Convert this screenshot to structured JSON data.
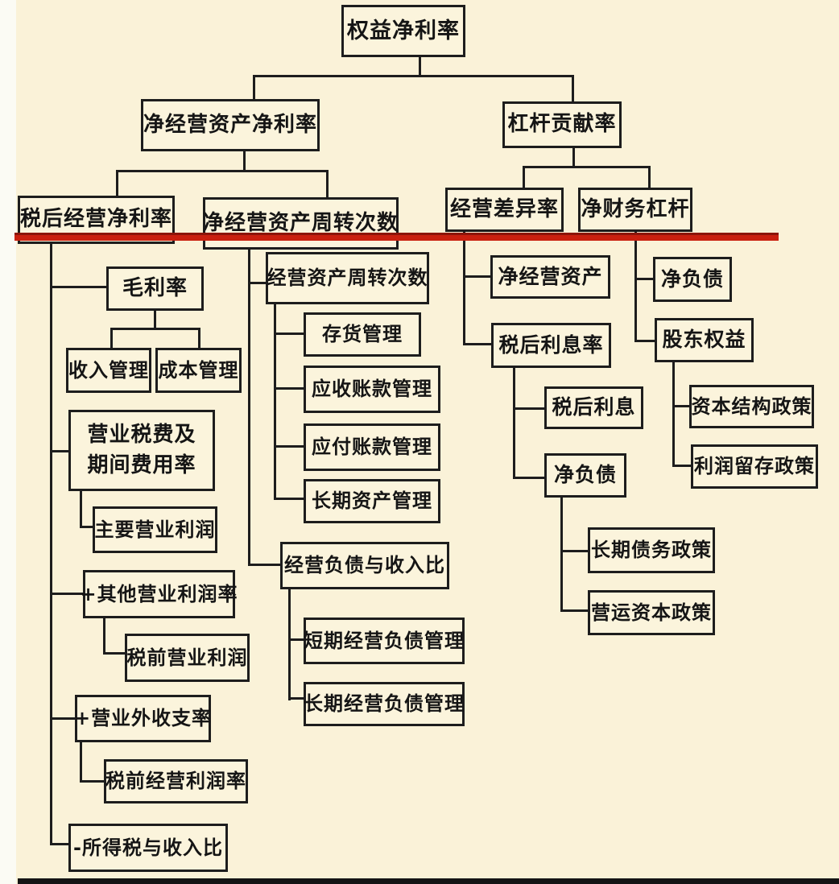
{
  "diagram_type": "tree-diagram",
  "topic": "权益净利率分解图 (DuPont ROE decomposition)",
  "colors": {
    "background": "#faf2d8",
    "box_fill": "#fbf4dc",
    "box_border": "#1d1d1d",
    "connector": "#1d1d1d",
    "red_divider": "#c9200f",
    "bottom_bar": "#141414",
    "left_edge_strip": "#fbfbf4"
  },
  "nodes": {
    "roe": "权益净利率",
    "net_op_asset_profit_rate": "净经营资产净利率",
    "leverage_contribution": "杠杆贡献率",
    "after_tax_op_margin": "税后经营净利率",
    "net_op_asset_turnover": "净经营资产周转次数",
    "op_difference_rate": "经营差异率",
    "net_financial_leverage": "净财务杠杆",
    "gross_margin": "毛利率",
    "revenue_mgmt": "收入管理",
    "cost_mgmt": "成本管理",
    "biz_tax_period_expense_rate": "营业税费及期间费用率",
    "main_op_profit": "主要营业利润",
    "plus_other_op_profit_rate": "+其他营业利润率",
    "pretax_op_profit": "税前营业利润",
    "plus_nonop_income_rate": "+营业外收支率",
    "pretax_op_profit_rate": "税前经营利润率",
    "minus_income_tax_ratio": "-所得税与收入比",
    "op_asset_turnover": "经营资产周转次数",
    "inventory_mgmt": "存货管理",
    "receivables_mgmt": "应收账款管理",
    "payables_mgmt": "应付账款管理",
    "long_term_asset_mgmt": "长期资产管理",
    "op_liability_income_ratio": "经营负债与收入比",
    "short_term_op_liability_mgmt": "短期经营负债管理",
    "long_term_op_liability_mgmt": "长期经营负债管理",
    "net_op_asset": "净经营资产",
    "after_tax_interest_rate": "税后利息率",
    "after_tax_interest": "税后利息",
    "net_debt_left": "净负债",
    "long_term_debt_policy": "长期债务政策",
    "working_capital_policy": "营运资本政策",
    "net_debt_right": "净负债",
    "shareholder_equity": "股东权益",
    "capital_structure_policy": "资本结构政策",
    "profit_retention_policy": "利润留存政策"
  }
}
